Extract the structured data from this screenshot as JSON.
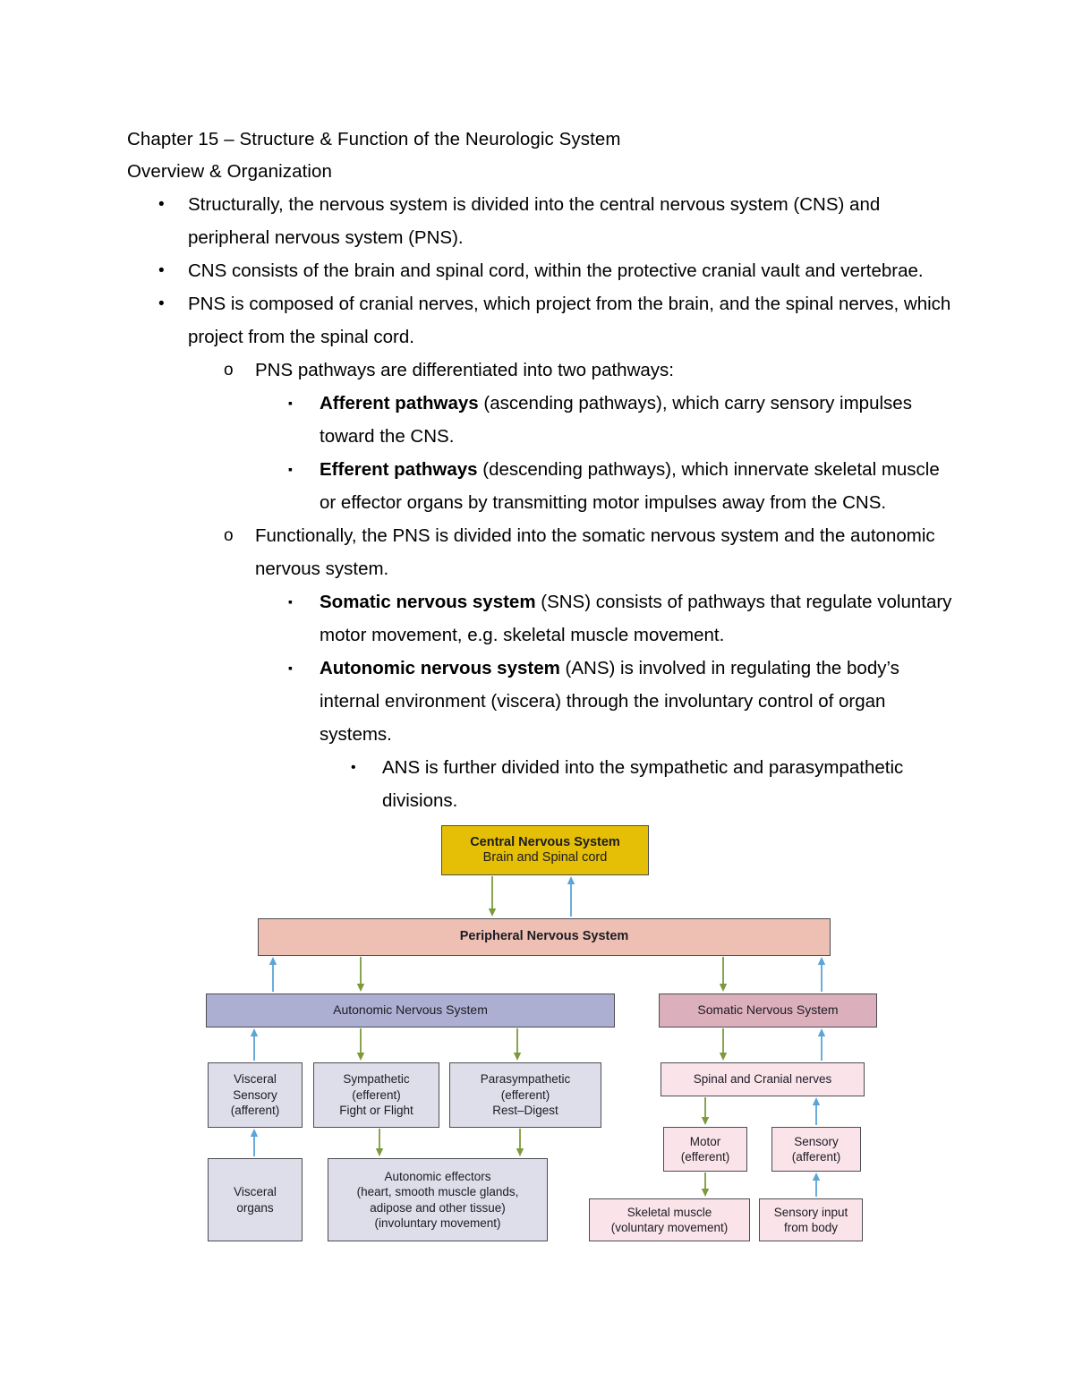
{
  "document": {
    "heading1": "Chapter 15 – Structure & Function of the Neurologic System",
    "heading2": "Overview & Organization",
    "bullets": [
      {
        "level": 1,
        "marker": "•",
        "segments": [
          {
            "bold": false,
            "text": "Structurally, the nervous system is divided into the central nervous system (CNS) and peripheral nervous system (PNS)."
          }
        ]
      },
      {
        "level": 1,
        "marker": "•",
        "segments": [
          {
            "bold": false,
            "text": "CNS consists of the brain and spinal cord, within the protective cranial vault and vertebrae."
          }
        ]
      },
      {
        "level": 1,
        "marker": "•",
        "segments": [
          {
            "bold": false,
            "text": "PNS is composed of cranial nerves, which project from the brain, and the spinal nerves, which project from the spinal cord."
          }
        ]
      },
      {
        "level": 2,
        "marker": "o",
        "segments": [
          {
            "bold": false,
            "text": "PNS pathways are differentiated into two pathways:"
          }
        ]
      },
      {
        "level": 3,
        "marker": "▪",
        "segments": [
          {
            "bold": true,
            "text": "Afferent pathways"
          },
          {
            "bold": false,
            "text": " (ascending pathways), which carry sensory impulses toward the CNS."
          }
        ]
      },
      {
        "level": 3,
        "marker": "▪",
        "segments": [
          {
            "bold": true,
            "text": "Efferent pathways"
          },
          {
            "bold": false,
            "text": " (descending pathways), which innervate skeletal muscle or effector organs by transmitting motor impulses away from the CNS."
          }
        ]
      },
      {
        "level": 2,
        "marker": "o",
        "segments": [
          {
            "bold": false,
            "text": "Functionally, the PNS is divided into the somatic nervous system and the autonomic nervous system."
          }
        ]
      },
      {
        "level": 3,
        "marker": "▪",
        "segments": [
          {
            "bold": true,
            "text": "Somatic nervous system"
          },
          {
            "bold": false,
            "text": " (SNS) consists of pathways that regulate voluntary motor movement, e.g. skeletal muscle movement."
          }
        ]
      },
      {
        "level": 3,
        "marker": "▪",
        "segments": [
          {
            "bold": true,
            "text": "Autonomic nervous system"
          },
          {
            "bold": false,
            "text": " (ANS) is involved in regulating the body’s internal environment (viscera) through the involuntary control of organ systems."
          }
        ]
      },
      {
        "level": 4,
        "marker": "•",
        "segments": [
          {
            "bold": false,
            "text": "ANS is further divided into the sympathetic and parasympathetic divisions."
          }
        ]
      }
    ]
  },
  "diagram": {
    "colors": {
      "cns_fill": "#E5BE06",
      "pns_fill": "#EEBFB3",
      "ans_fill": "#ACAFD1",
      "sns_fill": "#DCAFBC",
      "lavender_fill": "#DEDDEA",
      "pink_fill": "#FBE3EA",
      "border": "#4C4C53",
      "efferent_arrow": "#7A9A3B",
      "afferent_arrow": "#5BA4D6"
    },
    "boxes": [
      {
        "id": "cns",
        "lines": [
          "Central Nervous System",
          "Brain and Spinal cord"
        ],
        "bold_lines": [
          true,
          false
        ]
      },
      {
        "id": "pns",
        "lines": [
          "Peripheral Nervous System"
        ],
        "bold_lines": [
          true
        ]
      },
      {
        "id": "ans",
        "lines": [
          "Autonomic Nervous System"
        ],
        "bold_lines": [
          false
        ]
      },
      {
        "id": "sns",
        "lines": [
          "Somatic Nervous System"
        ],
        "bold_lines": [
          false
        ]
      },
      {
        "id": "visceral-sensory",
        "lines": [
          "Visceral",
          "Sensory",
          "(afferent)"
        ],
        "bold_lines": [
          false,
          false,
          false
        ]
      },
      {
        "id": "sympathetic",
        "lines": [
          "Sympathetic",
          "(efferent)",
          "Fight or Flight"
        ],
        "bold_lines": [
          false,
          false,
          false
        ]
      },
      {
        "id": "parasympathetic",
        "lines": [
          "Parasympathetic",
          "(efferent)",
          "Rest–Digest"
        ],
        "bold_lines": [
          false,
          false,
          false
        ]
      },
      {
        "id": "spinal-cranial-nerves",
        "lines": [
          "Spinal and Cranial nerves"
        ],
        "bold_lines": [
          false
        ]
      },
      {
        "id": "motor",
        "lines": [
          "Motor",
          "(efferent)"
        ],
        "bold_lines": [
          false,
          false
        ]
      },
      {
        "id": "sensory",
        "lines": [
          "Sensory",
          "(afferent)"
        ],
        "bold_lines": [
          false,
          false
        ]
      },
      {
        "id": "visceral-organs",
        "lines": [
          "Visceral",
          "organs"
        ],
        "bold_lines": [
          false,
          false
        ]
      },
      {
        "id": "autonomic-effectors",
        "lines": [
          "Autonomic effectors",
          "(heart, smooth muscle glands,",
          "adipose and other tissue)",
          "(involuntary movement)"
        ],
        "bold_lines": [
          false,
          false,
          false,
          false
        ]
      },
      {
        "id": "skeletal-muscle",
        "lines": [
          "Skeletal muscle",
          "(voluntary movement)"
        ],
        "bold_lines": [
          false,
          false
        ]
      },
      {
        "id": "sensory-input",
        "lines": [
          "Sensory input",
          "from body"
        ],
        "bold_lines": [
          false,
          false
        ]
      }
    ],
    "arrows": [
      {
        "from": "cns",
        "to": "pns",
        "direction": "down",
        "type": "efferent"
      },
      {
        "from": "pns",
        "to": "cns",
        "direction": "up",
        "type": "afferent"
      },
      {
        "from": "pns",
        "to": "ans",
        "direction": "down",
        "type": "efferent"
      },
      {
        "from": "ans",
        "to": "pns",
        "direction": "up",
        "type": "afferent"
      },
      {
        "from": "pns",
        "to": "sns",
        "direction": "down",
        "type": "efferent"
      },
      {
        "from": "sns",
        "to": "pns",
        "direction": "up",
        "type": "afferent"
      },
      {
        "from": "visceral-sensory",
        "to": "ans",
        "direction": "up",
        "type": "afferent"
      },
      {
        "from": "ans",
        "to": "sympathetic",
        "direction": "down",
        "type": "efferent"
      },
      {
        "from": "ans",
        "to": "parasympathetic",
        "direction": "down",
        "type": "efferent"
      },
      {
        "from": "sns",
        "to": "spinal-cranial-nerves",
        "direction": "down",
        "type": "efferent"
      },
      {
        "from": "spinal-cranial-nerves",
        "to": "sns",
        "direction": "up",
        "type": "afferent"
      },
      {
        "from": "visceral-organs",
        "to": "visceral-sensory",
        "direction": "up",
        "type": "afferent"
      },
      {
        "from": "sympathetic",
        "to": "autonomic-effectors",
        "direction": "down",
        "type": "efferent"
      },
      {
        "from": "parasympathetic",
        "to": "autonomic-effectors",
        "direction": "down",
        "type": "efferent"
      },
      {
        "from": "spinal-cranial-nerves",
        "to": "motor",
        "direction": "down",
        "type": "efferent"
      },
      {
        "from": "sensory",
        "to": "spinal-cranial-nerves",
        "direction": "up",
        "type": "afferent"
      },
      {
        "from": "motor",
        "to": "skeletal-muscle",
        "direction": "down",
        "type": "efferent"
      },
      {
        "from": "sensory-input",
        "to": "sensory",
        "direction": "up",
        "type": "afferent"
      }
    ]
  }
}
